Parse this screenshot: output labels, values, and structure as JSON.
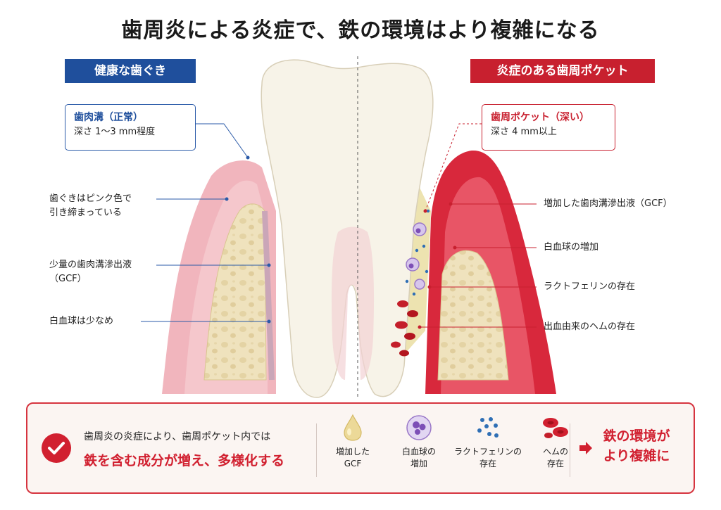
{
  "title": "歯周炎による炎症で、鉄の環境はより複雑になる",
  "healthy": {
    "badge": "健康な歯ぐき",
    "box_title": "歯肉溝（正常）",
    "box_sub": "深さ 1〜3 mm程度",
    "labels": [
      "歯ぐきはピンク色で",
      "引き締まっている",
      "少量の歯肉溝滲出液",
      "（GCF）",
      "白血球は少なめ"
    ]
  },
  "inflamed": {
    "badge": "炎症のある歯周ポケット",
    "box_title": "歯周ポケット（深い）",
    "box_sub": "深さ 4 mm以上",
    "labels": [
      "増加した歯肉溝滲出液（GCF）",
      "白血球の増加",
      "ラクトフェリンの存在",
      "出血由来のヘムの存在"
    ]
  },
  "summary": {
    "line1": "歯周炎の炎症により、歯周ポケット内では",
    "line2": "鉄を含む成分が増え、多様化する",
    "items": [
      {
        "icon": "droplet-icon",
        "line1": "増加した",
        "line2": "GCF"
      },
      {
        "icon": "white-blood-cell-icon",
        "line1": "白血球の",
        "line2": "増加"
      },
      {
        "icon": "dots-icon",
        "line1": "ラクトフェリンの",
        "line2": "存在"
      },
      {
        "icon": "red-blood-cell-icon",
        "line1": "ヘムの",
        "line2": "存在"
      }
    ],
    "result_line1": "鉄の環境が",
    "result_line2": "より複雑に"
  },
  "colors": {
    "navy": "#1f4f9c",
    "red": "#c8202f",
    "gum_pink": "#f1b5bd",
    "inflamed_red": "#d8283c",
    "bone": "#efe2bd",
    "tooth": "#f7f3e8"
  }
}
